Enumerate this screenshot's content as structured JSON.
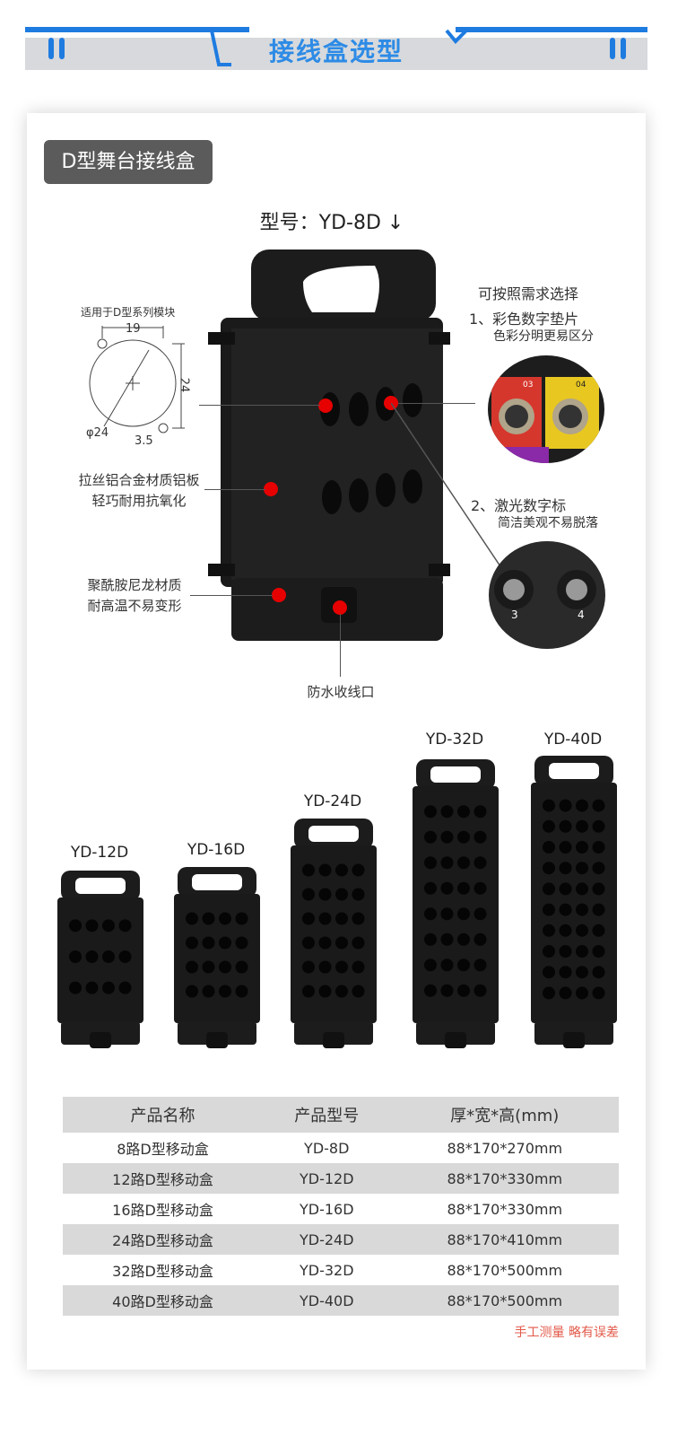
{
  "header": {
    "title": "接线盒选型"
  },
  "badge": {
    "label": "D型舞台接线盒"
  },
  "model_title": "型号：YD-8D ↓",
  "diagram": {
    "applies_to": "适用于D型系列模块",
    "dim_19": "19",
    "dim_24": "24",
    "dim_phi24": "φ24",
    "dim_3_5": "3.5"
  },
  "callouts": {
    "aluminum_line1": "拉丝铝合金材质铝板",
    "aluminum_line2": "轻巧耐用抗氧化",
    "nylon_line1": "聚酰胺尼龙材质",
    "nylon_line2": "耐高温不易变形",
    "waterproof": "防水收线口",
    "options_title": "可按照需求选择",
    "option1_title": "1、彩色数字垫片",
    "option1_sub": "色彩分明更易区分",
    "option2_title": "2、激光数字标",
    "option2_sub": "简洁美观不易脱落"
  },
  "swatch_numbers": {
    "a": "03",
    "b": "04",
    "c": "3",
    "d": "4"
  },
  "products": [
    {
      "label": "YD-12D",
      "rows": 3,
      "cols": 4
    },
    {
      "label": "YD-16D",
      "rows": 4,
      "cols": 4
    },
    {
      "label": "YD-24D",
      "rows": 6,
      "cols": 4
    },
    {
      "label": "YD-32D",
      "rows": 8,
      "cols": 4
    },
    {
      "label": "YD-40D",
      "rows": 10,
      "cols": 4
    }
  ],
  "table": {
    "headers": [
      "产品名称",
      "产品型号",
      "厚*宽*高(mm)"
    ],
    "rows": [
      [
        "8路D型移动盒",
        "YD-8D",
        "88*170*270mm"
      ],
      [
        "12路D型移动盒",
        "YD-12D",
        "88*170*330mm"
      ],
      [
        "16路D型移动盒",
        "YD-16D",
        "88*170*330mm"
      ],
      [
        "24路D型移动盒",
        "YD-24D",
        "88*170*410mm"
      ],
      [
        "32路D型移动盒",
        "YD-32D",
        "88*170*500mm"
      ],
      [
        "40路D型移动盒",
        "YD-40D",
        "88*170*500mm"
      ]
    ]
  },
  "note": "手工测量 略有误差",
  "colors": {
    "accent": "#1e7be0",
    "marker": "#e60000",
    "note": "#e25a4a"
  }
}
